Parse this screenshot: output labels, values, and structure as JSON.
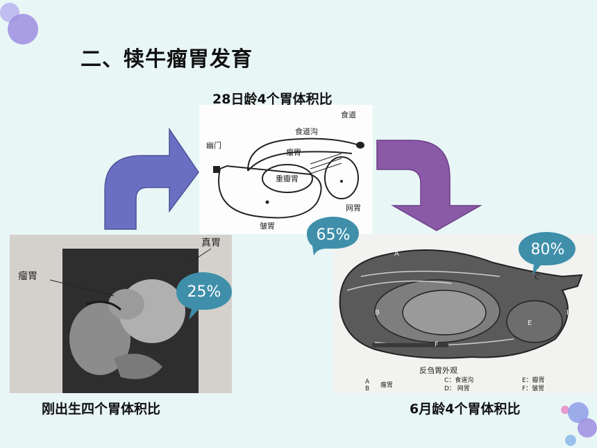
{
  "slide": {
    "title": "二、犊牛瘤胃发育",
    "colors": {
      "background": "#e9f6f6",
      "bubble": "#3f8faa",
      "arrow_blue": "#6a6fc2",
      "arrow_purple": "#8a5aa6",
      "deco_purple": "#9e8ee0"
    }
  },
  "captions": {
    "top": "28日龄4个胃体积比",
    "left": "刚出生四个胃体积比",
    "right": "6月龄4个胃体积比"
  },
  "bubbles": {
    "newborn": "25%",
    "day28": "65%",
    "month6": "80%"
  },
  "left_photo": {
    "labels": {
      "abomasum": "真胃",
      "rumen": "瘤胃"
    }
  },
  "top_diagram": {
    "labels": {
      "esophagus": "食道",
      "esophageal_groove": "食道沟",
      "pylorus": "幽门",
      "rumen": "瘤胃",
      "omasum": "重瓣胃",
      "reticulum": "网胃",
      "abomasum": "皱胃"
    }
  },
  "right_diagram": {
    "title": "反刍胃外观",
    "letters": [
      "A",
      "B",
      "C",
      "D",
      "E",
      "F"
    ],
    "legend": {
      "ab": "A\nB",
      "ab_label": "瘤胃",
      "c": "C：食道沟",
      "d": "D：  网胃",
      "e": "E：瓣胃",
      "f": "F：皱胃"
    }
  }
}
